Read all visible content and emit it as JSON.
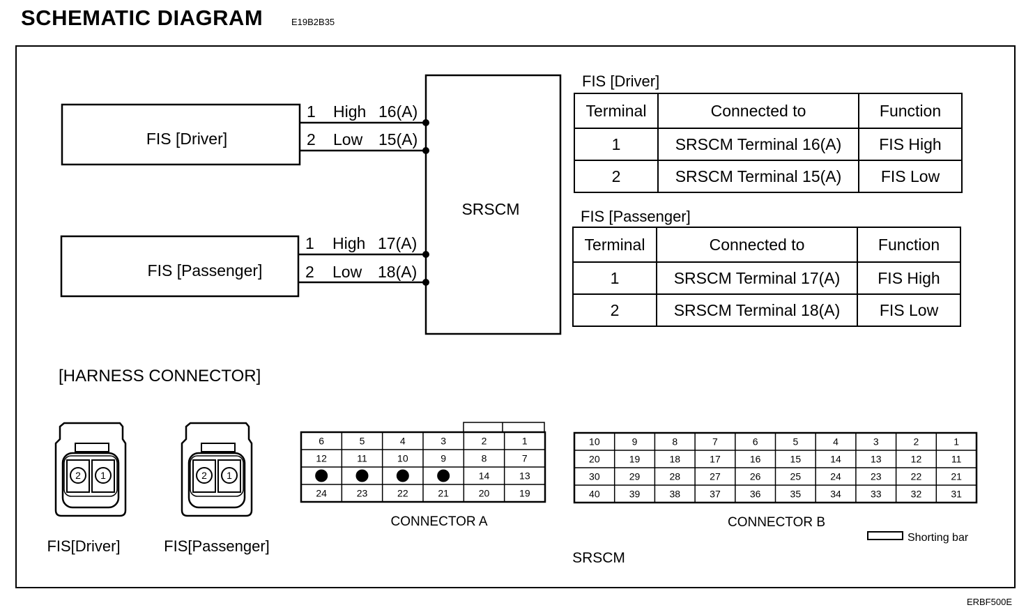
{
  "header": {
    "title": "SCHEMATIC  DIAGRAM",
    "code": "E19B2B35"
  },
  "footer": {
    "code": "ERBF500E"
  },
  "schematic": {
    "driver_box": "FIS [Driver]",
    "passenger_box": "FIS [Passenger]",
    "srscm_box": "SRSCM",
    "wires": [
      {
        "pin": "1",
        "level": "High",
        "terminal": "16(A)"
      },
      {
        "pin": "2",
        "level": "Low",
        "terminal": "15(A)"
      },
      {
        "pin": "1",
        "level": "High",
        "terminal": "17(A)"
      },
      {
        "pin": "2",
        "level": "Low",
        "terminal": "18(A)"
      }
    ]
  },
  "tables": [
    {
      "title": "FIS [Driver]",
      "headers": [
        "Terminal",
        "Connected to",
        "Function"
      ],
      "rows": [
        [
          "1",
          "SRSCM Terminal 16(A)",
          "FIS High"
        ],
        [
          "2",
          "SRSCM Terminal 15(A)",
          "FIS Low"
        ]
      ]
    },
    {
      "title": "FIS [Passenger]",
      "headers": [
        "Terminal",
        "Connected to",
        "Function"
      ],
      "rows": [
        [
          "1",
          "SRSCM Terminal 17(A)",
          "FIS High"
        ],
        [
          "2",
          "SRSCM Terminal 18(A)",
          "FIS Low"
        ]
      ]
    }
  ],
  "harness": {
    "title": "[HARNESS CONNECTOR]",
    "fis_driver_label": "FIS[Driver]",
    "fis_passenger_label": "FIS[Passenger]",
    "fis_pins": [
      "2",
      "1"
    ],
    "connector_a": {
      "label": "CONNECTOR A",
      "rows": [
        [
          "6",
          "5",
          "4",
          "3",
          "2",
          "1"
        ],
        [
          "12",
          "11",
          "10",
          "9",
          "8",
          "7"
        ],
        [
          "",
          "",
          "",
          "",
          "14",
          "13"
        ],
        [
          "24",
          "23",
          "22",
          "21",
          "20",
          "19"
        ]
      ]
    },
    "connector_b": {
      "label": "CONNECTOR B",
      "rows": [
        [
          "10",
          "9",
          "8",
          "7",
          "6",
          "5",
          "4",
          "3",
          "2",
          "1"
        ],
        [
          "20",
          "19",
          "18",
          "17",
          "16",
          "15",
          "14",
          "13",
          "12",
          "11"
        ],
        [
          "30",
          "29",
          "28",
          "27",
          "26",
          "25",
          "24",
          "23",
          "22",
          "21"
        ],
        [
          "40",
          "39",
          "38",
          "37",
          "36",
          "35",
          "34",
          "33",
          "32",
          "31"
        ]
      ]
    },
    "shorting_bar_label": "Shorting bar",
    "srscm_label": "SRSCM"
  }
}
